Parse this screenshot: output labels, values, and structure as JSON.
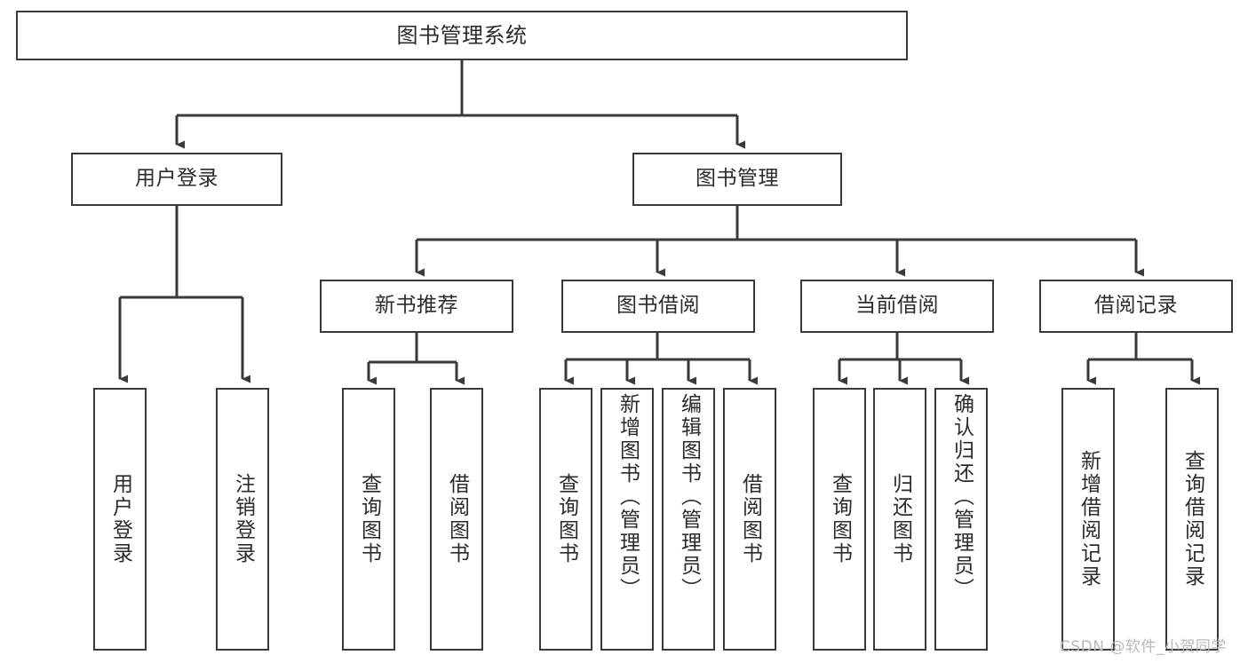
{
  "diagram": {
    "type": "tree",
    "title": "图书管理系统",
    "orientation": "top-down",
    "colors": {
      "box_border": "#3a3a3a",
      "box_fill": "#ffffff",
      "connector": "#3a3a3a",
      "text": "#2b2b2b",
      "watermark": "#b9b9b9",
      "background": "#ffffff"
    },
    "root": {
      "label": "图书管理系统"
    },
    "level2": [
      {
        "label": "用户登录"
      },
      {
        "label": "图书管理"
      }
    ],
    "level3": [
      {
        "label": "新书推荐"
      },
      {
        "label": "图书借阅"
      },
      {
        "label": "当前借阅"
      },
      {
        "label": "借阅记录"
      }
    ],
    "leaves": {
      "user_login": [
        {
          "label": "用户登录"
        },
        {
          "label": "注销登录"
        }
      ],
      "new_book_recommend": [
        {
          "label": "查询图书"
        },
        {
          "label": "借阅图书"
        }
      ],
      "book_borrow": [
        {
          "label": "查询图书"
        },
        {
          "label": "新增图书（管理员）"
        },
        {
          "label": "编辑图书（管理员）"
        },
        {
          "label": "借阅图书"
        }
      ],
      "current_borrow": [
        {
          "label": "查询图书"
        },
        {
          "label": "归还图书"
        },
        {
          "label": "确认归还（管理员）"
        }
      ],
      "borrow_record": [
        {
          "label": "新增借阅记录"
        },
        {
          "label": "查询借阅记录"
        }
      ]
    }
  },
  "watermark": {
    "text": "CSDN @软件_小贺同学"
  }
}
